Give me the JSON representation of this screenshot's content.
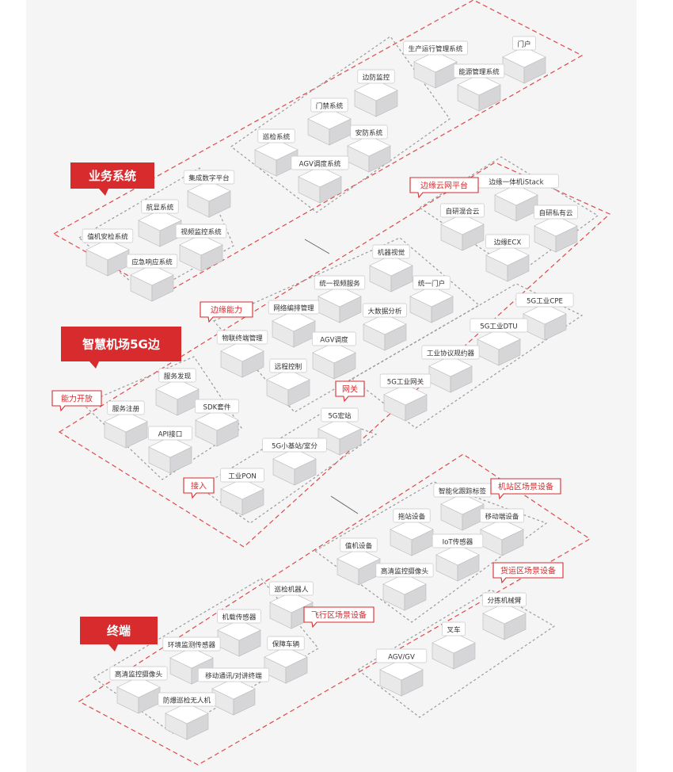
{
  "labels": {
    "business": "业务系统",
    "platform": "智慧机场5G边",
    "terminal": "终端"
  },
  "tags": {
    "edge_cloud": "边缘云网平台",
    "edge_ability": "边缘能力",
    "ability_open": "能力开放",
    "gateway": "网关",
    "access": "接入",
    "apron_equip": "机站区场景设备",
    "flight_equip": "飞行区场景设备",
    "cargo_equip": "货运区场景设备"
  },
  "nodes": {
    "prod_ops": "生产运行管理系统",
    "portal": "门户",
    "energy": "能源管理系统",
    "perimeter": "边防监控",
    "access_ctrl": "门禁系统",
    "patrol_sys": "巡检系统",
    "security_sys": "安防系统",
    "agv_dispatch": "AGV调度系统",
    "digital_platform": "集成数字平台",
    "flight_sys": "航显系统",
    "checkin_sys": "值机安检系统",
    "video_sys": "视频监控系统",
    "emergency_sys": "应急响应系统",
    "edge_istack": "边缘一体机iStack",
    "hybrid_cloud": "自研混合云",
    "private_cloud": "自研私有云",
    "edge_ecx": "边缘ECX",
    "machine_vision": "机器视觉",
    "unified_video": "统一视频服务",
    "unified_portal": "统一门户",
    "network_orch": "网络编排管理",
    "big_data": "大数据分析",
    "iot_mgmt": "物联终端管理",
    "agv_sched": "AGV调度",
    "remote_ctrl": "远程控制",
    "cpe": "5G工业CPE",
    "dtu": "5G工业DTU",
    "protocol_conv": "工业协议规约器",
    "ind_gateway": "5G工业网关",
    "service_discovery": "服务发现",
    "service_reg": "服务注册",
    "sdk": "SDK套件",
    "api": "API接口",
    "macro": "5G宏站",
    "small_cell": "5G小基站/室分",
    "pon": "工业PON",
    "smart_track": "智能化跟踪标签",
    "tug": "拖站设备",
    "mobile_dev": "移动端设备",
    "checkin_dev": "值机设备",
    "iot_sensor": "IoT传感器",
    "hd_cam_apron": "高清监控摄像头",
    "patrol_robot": "巡检机器人",
    "airborne_sensor": "机载传感器",
    "env_sensor": "环境监测传感器",
    "support_vehicle": "保障车辆",
    "hd_cam_flight": "高清监控摄像头",
    "mobile_comm": "移动通讯/对讲终端",
    "uav": "防爆巡检无人机",
    "sorter": "分拣机械臂",
    "forklift": "叉车",
    "agv": "AGV/GV"
  },
  "colors": {
    "accent_red": "#d72b2e",
    "dash_red": "#e04848",
    "dash_gray": "#9a9a9a",
    "block_top": "#ffffff",
    "block_left": "#e9e9ea",
    "block_right": "#d6d6d8",
    "panel_bg": "#f5f5f6"
  }
}
